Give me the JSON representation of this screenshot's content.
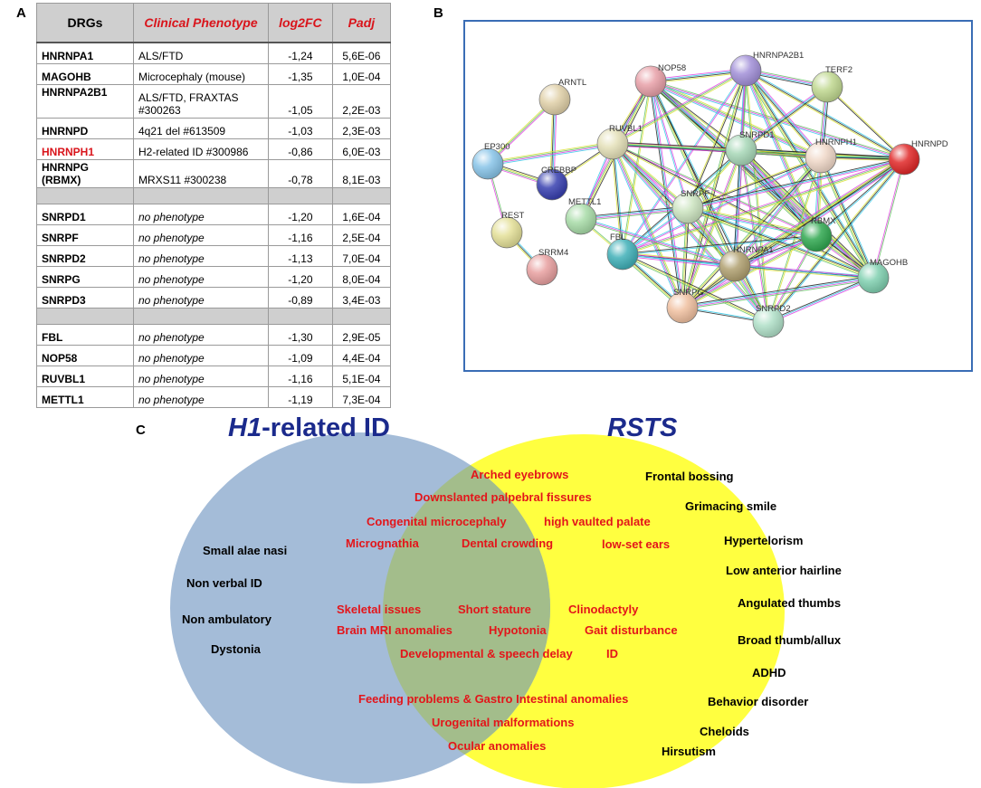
{
  "panel_letters": {
    "a": "A",
    "b": "B",
    "c": "C"
  },
  "table": {
    "headers": [
      "DRGs",
      "Clinical Phenotype",
      "log2FC",
      "Padj"
    ],
    "rows": [
      {
        "gene": "HNRNPA1",
        "phenotype": "ALS/FTD",
        "log2fc": "-1,24",
        "padj": "5,6E-06"
      },
      {
        "gene": "MAGOHB",
        "phenotype": "Microcephaly (mouse)",
        "log2fc": "-1,35",
        "padj": "1,0E-04"
      },
      {
        "gene": "HNRNPA2B1",
        "phenotype": "ALS/FTD, FRAXTAS #300263",
        "log2fc": "-1,05",
        "padj": "2,2E-03"
      },
      {
        "gene": "HNRNPD",
        "phenotype": "4q21 del #613509",
        "log2fc": "-1,03",
        "padj": "2,3E-03"
      },
      {
        "gene": "HNRNPH1",
        "phenotype": "H2-related ID #300986",
        "log2fc": "-0,86",
        "padj": "6,0E-03"
      },
      {
        "gene": "HNRNPG (RBMX)",
        "phenotype": "MRXS11 #300238",
        "log2fc": "-0,78",
        "padj": "8,1E-03"
      },
      {
        "gene": "SNRPD1",
        "phenotype": "no phenotype",
        "log2fc": "-1,20",
        "padj": "1,6E-04"
      },
      {
        "gene": "SNRPF",
        "phenotype": "no phenotype",
        "log2fc": "-1,16",
        "padj": "2,5E-04"
      },
      {
        "gene": "SNRPD2",
        "phenotype": "no phenotype",
        "log2fc": "-1,13",
        "padj": "7,0E-04"
      },
      {
        "gene": "SNRPG",
        "phenotype": "no phenotype",
        "log2fc": "-1,20",
        "padj": "8,0E-04"
      },
      {
        "gene": "SNRPD3",
        "phenotype": "no phenotype",
        "log2fc": "-0,89",
        "padj": "3,4E-03"
      },
      {
        "gene": "FBL",
        "phenotype": "no phenotype",
        "log2fc": "-1,30",
        "padj": "2,9E-05"
      },
      {
        "gene": "NOP58",
        "phenotype": "no phenotype",
        "log2fc": "-1,09",
        "padj": "4,4E-04"
      },
      {
        "gene": "RUVBL1",
        "phenotype": "no phenotype",
        "log2fc": "-1,16",
        "padj": "5,1E-04"
      },
      {
        "gene": "METTL1",
        "phenotype": "no phenotype",
        "log2fc": "-1,19",
        "padj": "7,3E-04"
      }
    ],
    "highlight_color": "#d9141b"
  },
  "network": {
    "nodes": [
      {
        "id": "NOP58",
        "color": "#e8a0a8"
      },
      {
        "id": "HNRNPA2B1",
        "color": "#a290d8"
      },
      {
        "id": "TERF2",
        "color": "#c0d890"
      },
      {
        "id": "ARNTL",
        "color": "#e0d0a8"
      },
      {
        "id": "RUVBL1",
        "color": "#e4e0b8"
      },
      {
        "id": "SNRPD1",
        "color": "#a8d8b8"
      },
      {
        "id": "HNRNPH1",
        "color": "#f0d8c8"
      },
      {
        "id": "HNRNPD",
        "color": "#e02828"
      },
      {
        "id": "EP300",
        "color": "#88c4e8"
      },
      {
        "id": "CREBBP",
        "color": "#3840b0"
      },
      {
        "id": "SNRPF",
        "color": "#cce4c0"
      },
      {
        "id": "METTL1",
        "color": "#a8dca8"
      },
      {
        "id": "REST",
        "color": "#e4e098"
      },
      {
        "id": "RBMX",
        "color": "#30a850"
      },
      {
        "id": "HNRNPA1",
        "color": "#b0a070"
      },
      {
        "id": "FBL",
        "color": "#40b0b8"
      },
      {
        "id": "SRRM4",
        "color": "#e8a0a0"
      },
      {
        "id": "MAGOHB",
        "color": "#80d0b0"
      },
      {
        "id": "SNRPG",
        "color": "#f0c0a0"
      },
      {
        "id": "SNRPD2",
        "color": "#b0e0c8"
      }
    ]
  },
  "venn": {
    "left_title_italic": "H1",
    "left_title_rest": "-related ID",
    "right_title": "RSTS",
    "left_color": "#a4bcd8",
    "right_color": "#ffff40",
    "overlap_color": "#a3bd8b",
    "left_items": [
      "Small alae nasi",
      "Non verbal ID",
      "Non ambulatory",
      "Dystonia"
    ],
    "shared_items": [
      "Arched eyebrows",
      "Downslanted palpebral fissures",
      "Congenital microcephaly",
      "high vaulted palate",
      "Micrognathia",
      "Dental crowding",
      "low-set ears",
      "Skeletal issues",
      "Short stature",
      "Clinodactyly",
      "Brain MRI anomalies",
      "Hypotonia",
      "Gait disturbance",
      "Developmental & speech delay",
      "ID",
      "Feeding problems & Gastro Intestinal anomalies",
      "Urogenital malformations",
      "Ocular anomalies"
    ],
    "right_items": [
      "Frontal bossing",
      "Grimacing smile",
      "Hypertelorism",
      "Low anterior hairline",
      "Angulated thumbs",
      "Broad thumb/allux",
      "ADHD",
      "Behavior disorder",
      "Cheloids",
      "Hirsutism"
    ]
  }
}
